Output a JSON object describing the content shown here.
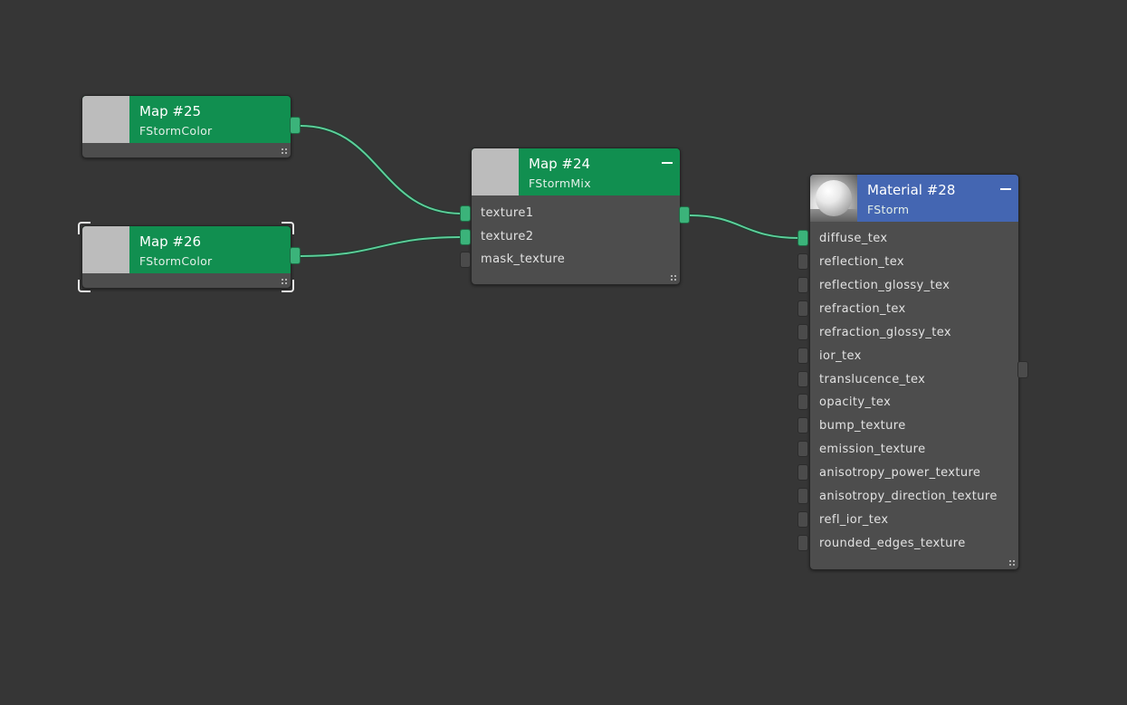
{
  "nodes": {
    "map25": {
      "title": "Map #25",
      "subtitle": "FStormColor",
      "color": "#118f50"
    },
    "map26": {
      "title": "Map #26",
      "subtitle": "FStormColor",
      "color": "#118f50",
      "selected": true
    },
    "map24": {
      "title": "Map #24",
      "subtitle": "FStormMix",
      "color": "#118f50",
      "params": [
        "texture1",
        "texture2",
        "mask_texture"
      ]
    },
    "material28": {
      "title": "Material #28",
      "subtitle": "FStorm",
      "color": "#4466b2",
      "params": [
        "diffuse_tex",
        "reflection_tex",
        "reflection_glossy_tex",
        "refraction_tex",
        "refraction_glossy_tex",
        "ior_tex",
        "translucence_tex",
        "opacity_tex",
        "bump_texture",
        "emission_texture",
        "anisotropy_power_texture",
        "anisotropy_direction_texture",
        "refl_ior_tex",
        "rounded_edges_texture"
      ]
    }
  },
  "connections": [
    {
      "from": "Map #25",
      "to": "Map #24.texture1"
    },
    {
      "from": "Map #26",
      "to": "Map #24.texture2"
    },
    {
      "from": "Map #24",
      "to": "Material #28.diffuse_tex"
    }
  ],
  "wire_color": "#5ccf9a"
}
